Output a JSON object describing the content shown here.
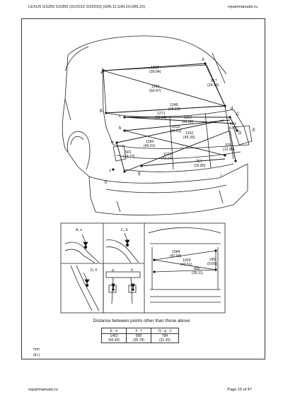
{
  "header": {
    "title": "LEXUS GS250 GS350 (01/2012-10/2015) (GRL11,GRL10,GRL15)",
    "site": "repairmanuals.ru"
  },
  "labels": {
    "A": "A",
    "B": "B",
    "C": "C",
    "D": "D",
    "E": "E",
    "a": "a",
    "b": "b",
    "c": "c",
    "d": "d",
    "e": "e",
    "f": "f",
    "g": "g",
    "h": "h",
    "i": "i"
  },
  "dims": {
    "d1012": "1012",
    "d1012in": "(39.84)",
    "d1282": "1282",
    "d1282in": "(50.47)",
    "d617": "617",
    "d617in": "(24.29)",
    "d1246": "1246",
    "d1246in": "(49.13)",
    "d1271": "1271",
    "d1271in": "(50.04)",
    "d1267": "1267",
    "d1267in": "(49.88)",
    "d1032": "1032",
    "d1032in": "(40.63)",
    "d1152": "1152",
    "d1152in": "(45.35)",
    "d243": "243",
    "d243in": "(9.57)",
    "d1184": "1184",
    "d1184in": "(46.61)",
    "d501": "501",
    "d501in": "(19.72)",
    "d1073": "1073",
    "d1073in": "(42.24)",
    "d325": "325",
    "d325in": "(12.80)",
    "d757": "757",
    "d757in": "(29.80)",
    "d1084": "1084",
    "d1084in": "(42.68)",
    "d1029": "1029",
    "d1029in": "(40.51)",
    "d245": "245",
    "d245in": "(9.65)",
    "d895": "895",
    "d895in": "(35.11)"
  },
  "detail_labels": {
    "ae": "A, e",
    "ce": "C, b",
    "df": "D, F",
    "gh": "g",
    "gi": "h"
  },
  "distance_title": "Distance between points other than those above",
  "distance_table": {
    "headers": [
      "E - e",
      "F - f",
      "G - g - J"
    ],
    "values": [
      "1463",
      "909",
      "784"
    ],
    "inches": [
      "(56.39)",
      "(35.78)",
      "(31.26)"
    ]
  },
  "units": {
    "mm": "mm",
    "in": "(in.)"
  },
  "footer": {
    "site": "repairmanuals.ru",
    "page": "Page 15 of 47"
  }
}
